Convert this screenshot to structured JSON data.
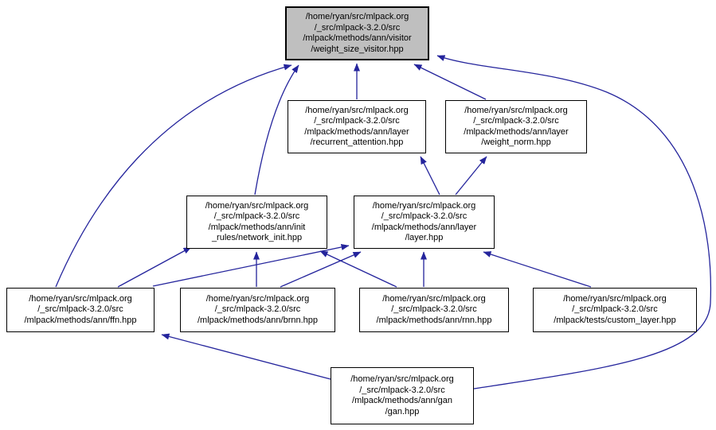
{
  "colors": {
    "edge": "#24249c",
    "node_fill": "#ffffff",
    "node_border": "#000000",
    "highlighted_node_fill": "#bfbfbf"
  },
  "nodes": {
    "weight_size_visitor": {
      "highlighted": true,
      "lines": [
        "/home/ryan/src/mlpack.org",
        "/_src/mlpack-3.2.0/src",
        "/mlpack/methods/ann/visitor",
        "/weight_size_visitor.hpp"
      ]
    },
    "recurrent_attention": {
      "highlighted": false,
      "lines": [
        "/home/ryan/src/mlpack.org",
        "/_src/mlpack-3.2.0/src",
        "/mlpack/methods/ann/layer",
        "/recurrent_attention.hpp"
      ]
    },
    "weight_norm": {
      "highlighted": false,
      "lines": [
        "/home/ryan/src/mlpack.org",
        "/_src/mlpack-3.2.0/src",
        "/mlpack/methods/ann/layer",
        "/weight_norm.hpp"
      ]
    },
    "network_init": {
      "highlighted": false,
      "lines": [
        "/home/ryan/src/mlpack.org",
        "/_src/mlpack-3.2.0/src",
        "/mlpack/methods/ann/init",
        "_rules/network_init.hpp"
      ]
    },
    "layer": {
      "highlighted": false,
      "lines": [
        "/home/ryan/src/mlpack.org",
        "/_src/mlpack-3.2.0/src",
        "/mlpack/methods/ann/layer",
        "/layer.hpp"
      ]
    },
    "ffn": {
      "highlighted": false,
      "lines": [
        "/home/ryan/src/mlpack.org",
        "/_src/mlpack-3.2.0/src",
        "/mlpack/methods/ann/ffn.hpp"
      ]
    },
    "brnn": {
      "highlighted": false,
      "lines": [
        "/home/ryan/src/mlpack.org",
        "/_src/mlpack-3.2.0/src",
        "/mlpack/methods/ann/brnn.hpp"
      ]
    },
    "rnn": {
      "highlighted": false,
      "lines": [
        "/home/ryan/src/mlpack.org",
        "/_src/mlpack-3.2.0/src",
        "/mlpack/methods/ann/rnn.hpp"
      ]
    },
    "custom_layer": {
      "highlighted": false,
      "lines": [
        "/home/ryan/src/mlpack.org",
        "/_src/mlpack-3.2.0/src",
        "/mlpack/tests/custom_layer.hpp"
      ]
    },
    "gan": {
      "highlighted": false,
      "lines": [
        "/home/ryan/src/mlpack.org",
        "/_src/mlpack-3.2.0/src",
        "/mlpack/methods/ann/gan",
        "/gan.hpp"
      ]
    }
  },
  "edges": [
    {
      "from": "ffn",
      "to": "weight_size_visitor"
    },
    {
      "from": "network_init",
      "to": "weight_size_visitor"
    },
    {
      "from": "recurrent_attention",
      "to": "weight_size_visitor"
    },
    {
      "from": "weight_norm",
      "to": "weight_size_visitor"
    },
    {
      "from": "gan",
      "to": "weight_size_visitor"
    },
    {
      "from": "layer",
      "to": "recurrent_attention"
    },
    {
      "from": "layer",
      "to": "weight_norm"
    },
    {
      "from": "ffn",
      "to": "network_init"
    },
    {
      "from": "brnn",
      "to": "network_init"
    },
    {
      "from": "rnn",
      "to": "network_init"
    },
    {
      "from": "ffn",
      "to": "layer"
    },
    {
      "from": "brnn",
      "to": "layer"
    },
    {
      "from": "rnn",
      "to": "layer"
    },
    {
      "from": "custom_layer",
      "to": "layer"
    },
    {
      "from": "gan",
      "to": "ffn"
    }
  ]
}
